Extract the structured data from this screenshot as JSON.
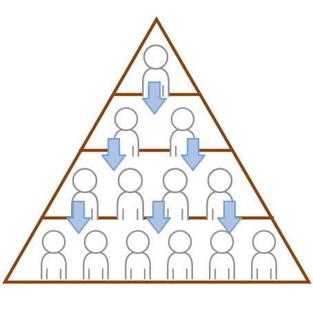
{
  "diagram": {
    "type": "hierarchy-pyramid",
    "tiers": [
      {
        "person_count": 1
      },
      {
        "person_count": 2
      },
      {
        "person_count": 4
      },
      {
        "person_count": 6
      }
    ],
    "connectors": [
      {
        "count": 1,
        "direction": "down",
        "between": "tier-1-to-tier-2"
      },
      {
        "count": 2,
        "direction": "down",
        "between": "tier-2-to-tier-3"
      },
      {
        "count": 3,
        "direction": "down",
        "between": "tier-3-to-tier-4"
      }
    ],
    "icons": {
      "person": "person-icon",
      "arrow": "down-arrow-icon"
    },
    "colors": {
      "pyramid_outline": "#8B4513",
      "person_stroke": "#8f8f8f",
      "person_fill": "#ffffff",
      "arrow_fill": "#adc3e6",
      "arrow_stroke": "#6fa2d6"
    }
  }
}
